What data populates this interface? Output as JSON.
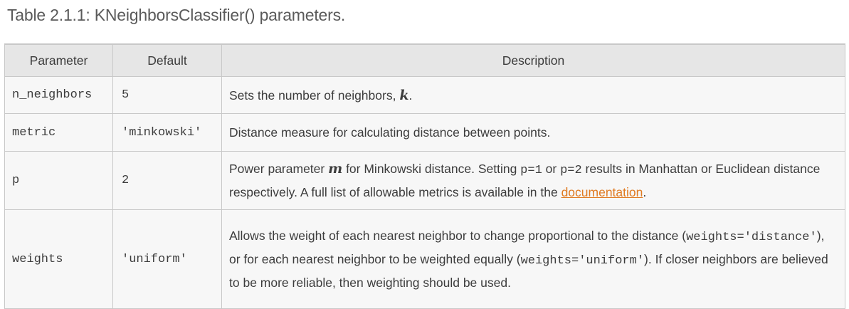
{
  "caption": "Table 2.1.1: KNeighborsClassifier() parameters.",
  "headers": {
    "parameter": "Parameter",
    "default": "Default",
    "description": "Description"
  },
  "rows": [
    {
      "name": "n_neighbors",
      "default": "5",
      "desc": {
        "t1": "Sets the number of neighbors, ",
        "math": "k",
        "t2": "."
      }
    },
    {
      "name": "metric",
      "default": "'minkowski'",
      "desc": {
        "t1": "Distance measure for calculating distance between points."
      }
    },
    {
      "name": "p",
      "default": "2",
      "desc": {
        "t1": "Power parameter ",
        "math": "m",
        "t2": " for Minkowski distance. Setting ",
        "code1": "p=1",
        "t3": " or ",
        "code2": "p=2",
        "t4": " results in Manhattan or Euclidean distance respectively. A full list of allowable metrics is available in the ",
        "link": "documentation",
        "t5": "."
      }
    },
    {
      "name": "weights",
      "default": "'uniform'",
      "desc": {
        "t1": "Allows the weight of each nearest neighbor to change proportional to the distance (",
        "code1": "weights='distance'",
        "t2": "), or for each nearest neighbor to be weighted equally (",
        "code2": "weights='uniform'",
        "t3": "). If closer neighbors are believed to be more reliable, then weighting should be used."
      }
    }
  ],
  "colors": {
    "link": "#e07b22",
    "header_bg": "#e6e6e6",
    "cell_bg": "#f7f7f7",
    "border": "#c8c8c8"
  }
}
